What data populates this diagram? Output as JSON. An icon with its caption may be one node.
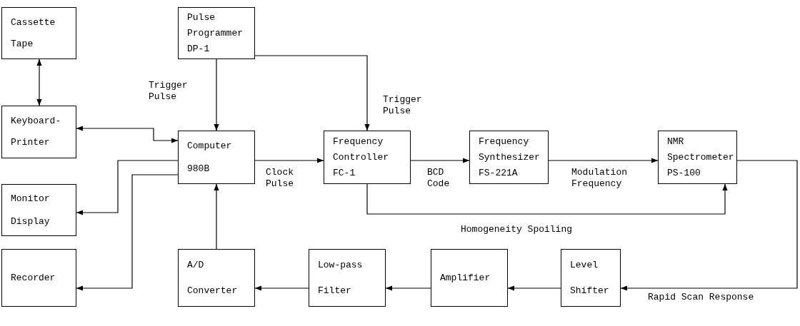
{
  "diagram": {
    "nodes": [
      {
        "text": [
          "Cassette Tape"
        ]
      },
      {
        "text": [
          "Pulse Programmer DP-1"
        ]
      },
      {
        "text": [
          "Keyboard-Printer"
        ]
      },
      {
        "text": [
          "Computer 980B"
        ]
      },
      {
        "text": [
          "Frequency Controller FC-1"
        ]
      },
      {
        "text": [
          "Frequency Synthesizer FS-221A"
        ]
      },
      {
        "text": [
          "NMR Spectrometer PS-100"
        ]
      },
      {
        "text": [
          "Monitor Display"
        ]
      },
      {
        "text": [
          "Recorder"
        ]
      },
      {
        "text": [
          "A/D Converter"
        ]
      },
      {
        "text": [
          "Low-pass Filter"
        ]
      },
      {
        "text": [
          "Amplifier"
        ]
      },
      {
        "text": [
          "Level Shifter"
        ]
      }
    ],
    "edges": [
      {
        "from": 0,
        "to": 2,
        "arrow": "both"
      },
      {
        "from": 1,
        "to": 3,
        "arrow": "to",
        "label": "Trigger Pulse"
      },
      {
        "from": 1,
        "to": 4,
        "arrow": "to",
        "label": "Trigger Pulse"
      },
      {
        "from": 2,
        "to": 3,
        "arrow": "both"
      },
      {
        "from": 3,
        "to": 7,
        "arrow": "to"
      },
      {
        "from": 3,
        "to": 8,
        "arrow": "to"
      },
      {
        "from": 3,
        "to": 4,
        "arrow": "to",
        "label": "Clock Pulse"
      },
      {
        "from": 4,
        "to": 5,
        "arrow": "to",
        "label": "BCD Code"
      },
      {
        "from": 5,
        "to": 6,
        "arrow": "to",
        "label": "Modulation Frequency"
      },
      {
        "from": 4,
        "to": 6,
        "arrow": "to",
        "label": "Homogeneity Spoiling"
      },
      {
        "from": 6,
        "to": 12,
        "arrow": "to",
        "label": "Rapid Scan Response"
      },
      {
        "from": 12,
        "to": 11,
        "arrow": "to"
      },
      {
        "from": 11,
        "to": 10,
        "arrow": "to"
      },
      {
        "from": 10,
        "to": 9,
        "arrow": "to"
      },
      {
        "from": 9,
        "to": 3,
        "arrow": "to"
      }
    ]
  }
}
